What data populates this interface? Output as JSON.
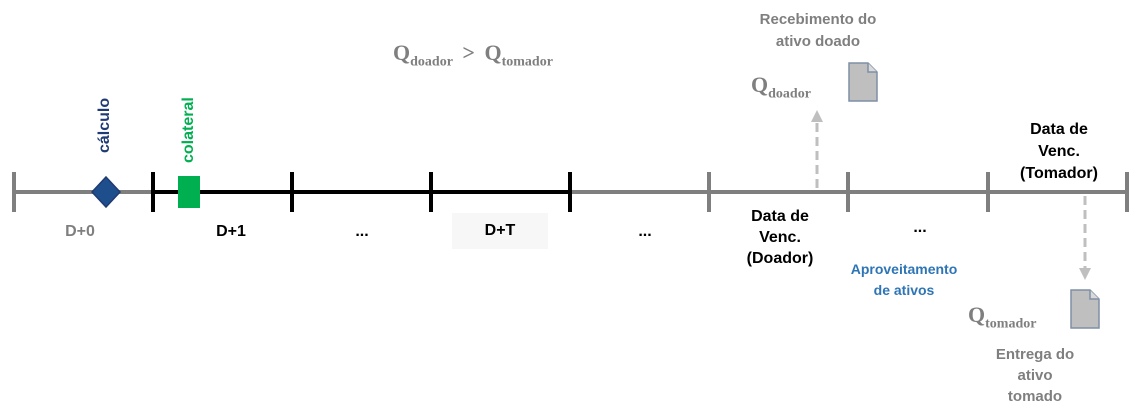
{
  "formula": {
    "q": "Q",
    "left_sub": "doador",
    "op": ">",
    "right_sub": "tomador"
  },
  "receipt": {
    "caption_line1": "Recebimento do",
    "caption_line2": "ativo doado",
    "q": "Q",
    "sub": "doador"
  },
  "delivery": {
    "q": "Q",
    "sub": "tomador",
    "caption_line1": "Entrega do",
    "caption_line2": "ativo",
    "caption_line3": "tomado"
  },
  "markers": {
    "calc": "cálculo",
    "collateral": "colateral"
  },
  "labels": {
    "d0": "D+0",
    "d1": "D+1",
    "dots1": "...",
    "dt": "D+T",
    "dots2": "...",
    "venc_doador_l1": "Data de",
    "venc_doador_l2": "Venc.",
    "venc_doador_l3": "(Doador)",
    "dots3": "...",
    "aprov_l1": "Aproveitamento",
    "aprov_l2": "de ativos",
    "venc_tomador_l1": "Data de",
    "venc_tomador_l2": "Venc.",
    "venc_tomador_l3": "(Tomador)"
  },
  "colors": {
    "gray": "#7f7f7f",
    "black": "#000000",
    "blue": "#2e75b6",
    "navy": "#1f3b73",
    "green": "#00b050",
    "diamond": "#1f4e8c",
    "doc": "#bfbfbf"
  },
  "icons": [
    "diamond-marker",
    "collateral-block",
    "document-icon"
  ]
}
